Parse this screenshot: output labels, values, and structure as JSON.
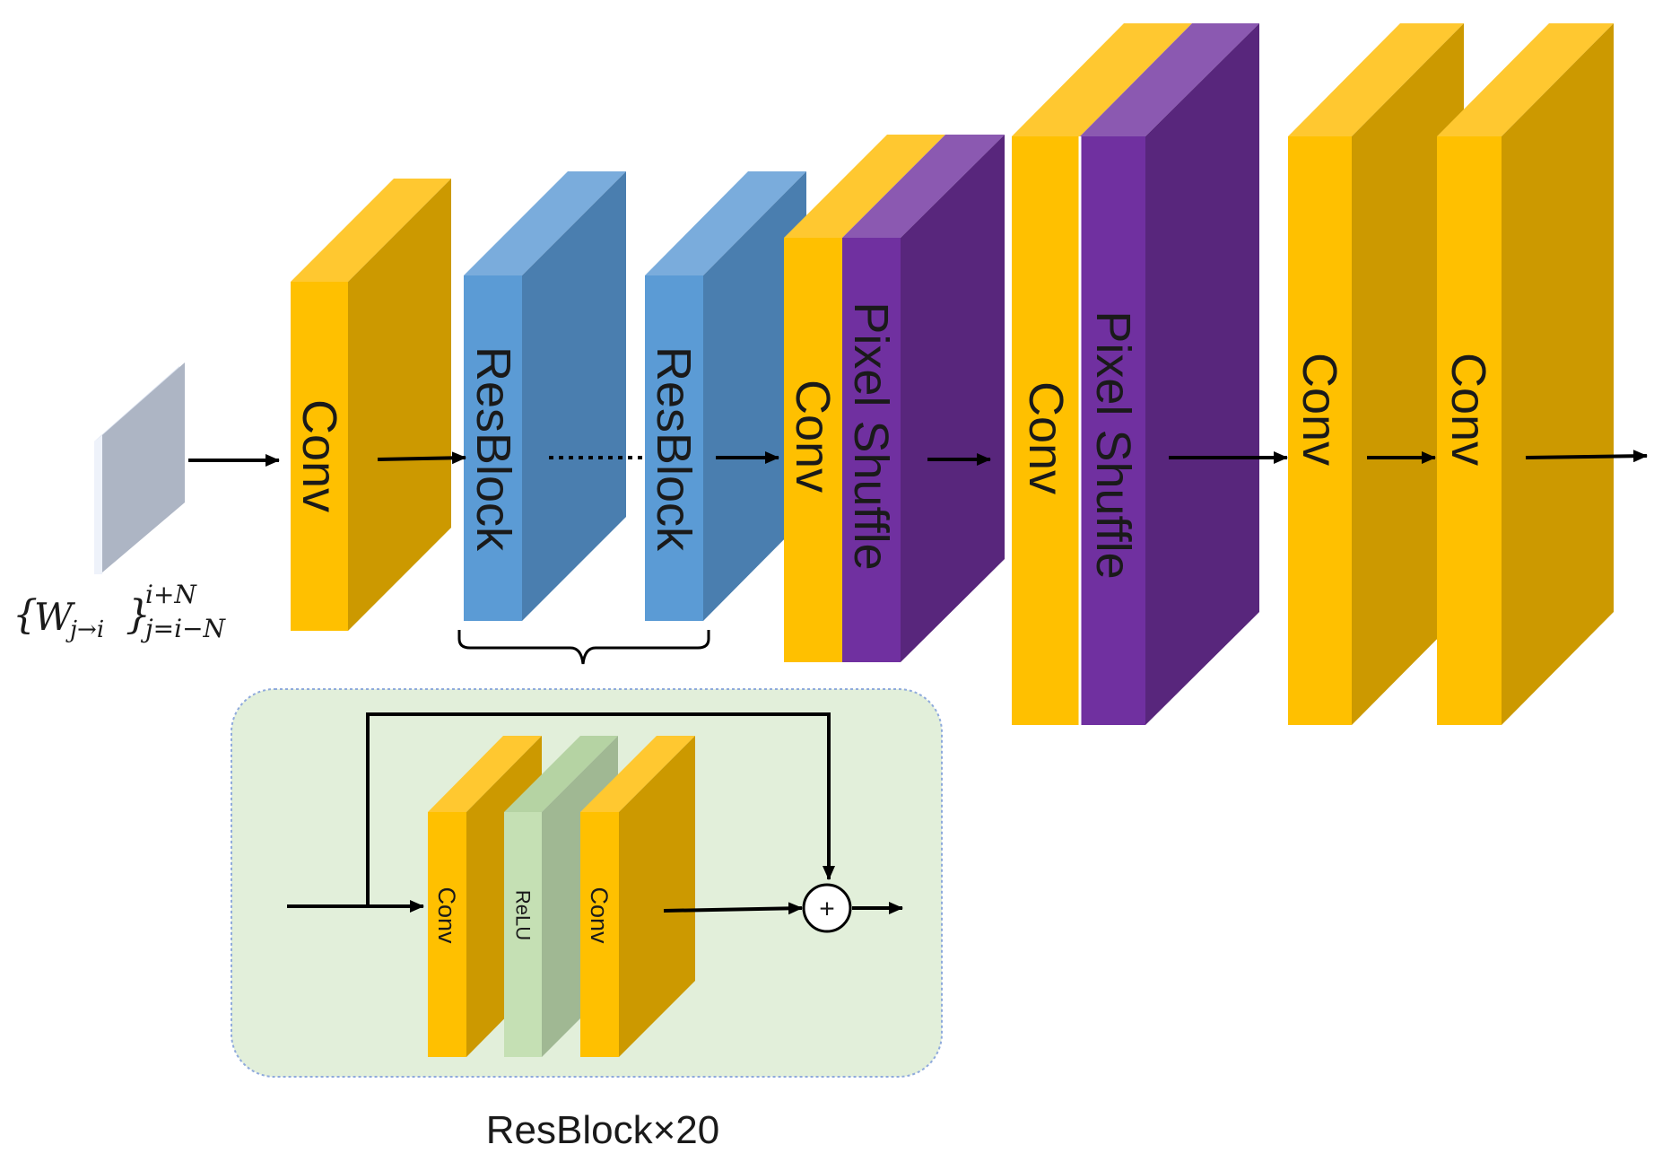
{
  "colors": {
    "conv_front": "#FFC000",
    "conv_side": "#CC9900",
    "conv_top": "#FFC830",
    "res_front": "#5B9BD5",
    "res_side": "#4A7EAF",
    "res_top": "#7AACDC",
    "pix_front": "#7030A0",
    "pix_side": "#58267C",
    "pix_top": "#8B59B1",
    "relu_front": "#C5E0B4",
    "relu_side": "#A0B893",
    "relu_top": "#B5D3A3",
    "input_front": "#ADB5C4",
    "panel_fill": "#E2EFDA",
    "panel_border": "#8FAADC"
  },
  "input": {
    "set_brace_open": "{",
    "symbol": "W",
    "subscript": "j→i",
    "set_brace_close": "}",
    "upper_limit": "i+N",
    "lower_limit": "j=i−N"
  },
  "blocks": {
    "conv1": "Conv",
    "resblock1": "ResBlock",
    "resblock2": "ResBlock",
    "conv2": "Conv",
    "pixel_shuffle1": "Pixel Shuffle",
    "conv3": "Conv",
    "pixel_shuffle2": "Pixel Shuffle",
    "conv4": "Conv",
    "conv5": "Conv"
  },
  "resblock_detail": {
    "conv_a": "Conv",
    "relu": "ReLU",
    "conv_b": "Conv",
    "sum_symbol": "+"
  },
  "caption": "ResBlock×20"
}
